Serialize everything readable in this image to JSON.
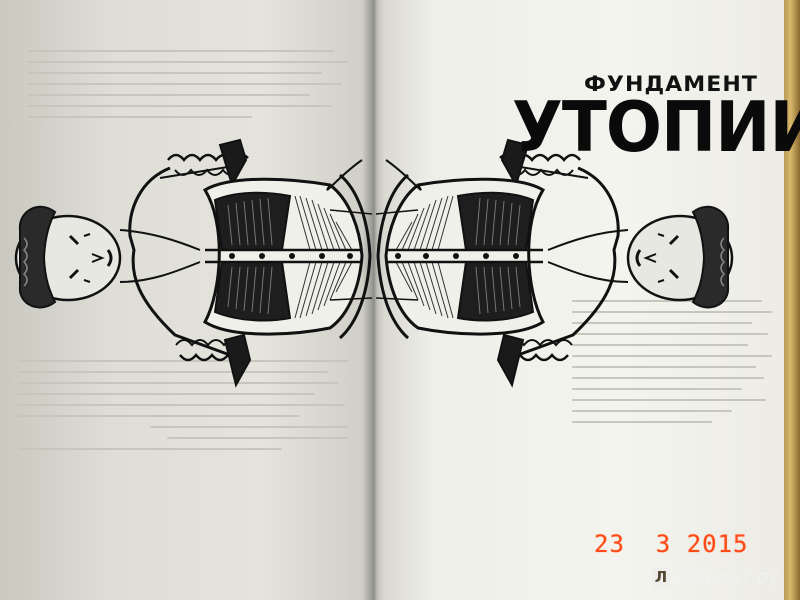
{
  "book": {
    "title_line1": "ФУНДАМЕНТ",
    "title_line2": "УТОПИИ"
  },
  "photo": {
    "date_stamp": "23  3 2015",
    "watermark_logo": "Л",
    "watermark_text": "абиринт.ру"
  },
  "colors": {
    "date_stamp": "#ff4a1a",
    "ink": "#111111",
    "paper": "#f4f4ef"
  },
  "icons": {
    "illustration": "mirrored-corset-woman-engraving"
  }
}
